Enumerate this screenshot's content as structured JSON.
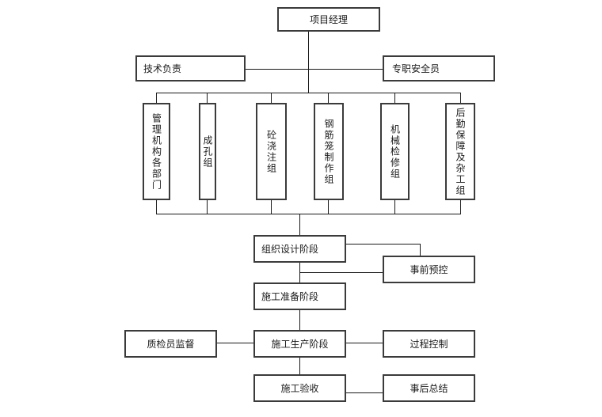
{
  "theme": {
    "background": "#ffffff",
    "box_border": "#3b3b3b",
    "connector_line": "#1a1a1a",
    "text": "#1a1a1a"
  },
  "nodes": {
    "project_manager": {
      "label": "项目经理"
    },
    "technical_lead": {
      "label": "技术负责"
    },
    "safety_officer": {
      "label": "专职安全员"
    },
    "teams": [
      {
        "label": "管理机构各部门"
      },
      {
        "label": "成孔组"
      },
      {
        "label": "砼浇注组"
      },
      {
        "label": "钢筋笼制作组"
      },
      {
        "label": "机械检修组"
      },
      {
        "label": "后勤保障及杂工组"
      }
    ],
    "org_design_phase": {
      "label": "组织设计阶段"
    },
    "pre_control": {
      "label": "事前预控"
    },
    "prep_phase": {
      "label": "施工准备阶段"
    },
    "qc_supervision": {
      "label": "质检员监督"
    },
    "production_phase": {
      "label": "施工生产阶段"
    },
    "process_control": {
      "label": "过程控制"
    },
    "acceptance": {
      "label": "施工验收"
    },
    "post_summary": {
      "label": "事后总结"
    }
  }
}
